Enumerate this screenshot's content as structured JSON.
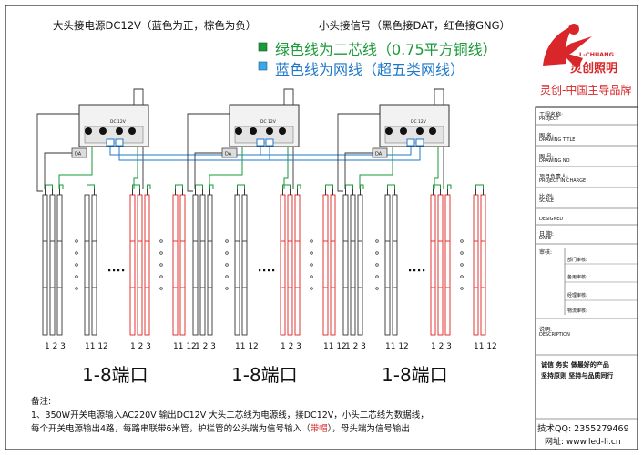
{
  "header": {
    "power_note": "大头接电源DC12V（蓝色为正，棕色为负）",
    "signal_note": "小头接信号（黑色接DAT，红色接GNG）"
  },
  "legend": [
    {
      "label": "绿色线为二芯线（0.75平方铜线）",
      "color": "#1a9a3a"
    },
    {
      "label": "蓝色线为网线（超五类网线）",
      "color": "#1f78c8"
    }
  ],
  "brand": {
    "logo_en": "L-CHUANG",
    "logo_cn": "灵创照明",
    "slogan": "灵创-中国主导品牌",
    "motto1": "诚信  务实  做最好的产品",
    "motto2": "坚持原则  坚持与品质同行",
    "qq": "技术QQ: 2355279469",
    "site": "网址: www.led-li.cn"
  },
  "title_block": {
    "project_cn": "工程名称:",
    "project_en": "PROJECT",
    "drawing_title_cn": "图  名:",
    "drawing_title_en": "DRAWING TITLE",
    "drawing_no_cn": "图  号:",
    "drawing_no_en": "DRAWING NO",
    "charge_cn": "项目负责人:",
    "charge_en": "PROJECT IN CHARGE",
    "scale_cn": "比  例:",
    "scale_en": "SCALE",
    "designed": "DESIGNED",
    "date_cn": "日  期:",
    "date_en": "DATE",
    "audit": "审核:",
    "dept": "部门审核:",
    "ops": "备用审核:",
    "manager": "经理审核:",
    "material": "物流审核:",
    "desc_cn": "说明:",
    "desc_en": "DESCRIPTION"
  },
  "controller": {
    "ports": "DC  12V",
    "label": "DA"
  },
  "group_label": "1-8端口",
  "tube_numbers": {
    "left": "1 2 3",
    "right": "11 12"
  },
  "notes": {
    "title": "备注:",
    "line1": "1、350W开关电源输入AC220V      输出DC12V       大头二芯线为电源线，接DC12V，小头二芯线为数据线，",
    "line2_a": "每个开关电源输出4路，每路串联带6米管，护栏管的公头端为信号输入（",
    "line2_b": "带帽",
    "line2_c": "），母头端为信号输出"
  }
}
